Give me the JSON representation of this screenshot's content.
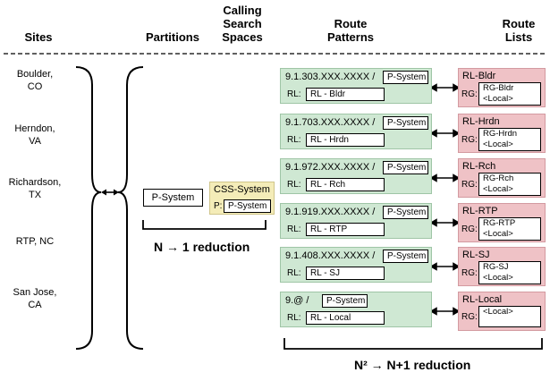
{
  "headers": {
    "sites": "Sites",
    "partitions": "Partitions",
    "css_line1": "Calling",
    "css_line2": "Search",
    "css_line3": "Spaces",
    "rp_line1": "Route",
    "rp_line2": "Patterns",
    "rl_line1": "Route",
    "rl_line2": "Lists"
  },
  "sites": [
    {
      "line1": "Boulder,",
      "line2": "CO"
    },
    {
      "line1": "Herndon,",
      "line2": "VA"
    },
    {
      "line1": "Richardson,",
      "line2": "TX"
    },
    {
      "line1": "RTP, NC",
      "line2": ""
    },
    {
      "line1": "San Jose,",
      "line2": "CA"
    }
  ],
  "partition": "P-System",
  "css": {
    "name": "CSS-System",
    "p_label": "P:",
    "p_value": "P-System"
  },
  "reduction_left": "N → 1 reduction",
  "reduction_right": "N² → N+1 reduction",
  "route_patterns": [
    {
      "pattern": "9.1.303.XXX.XXXX /",
      "partition": "P-System",
      "rl_label": "RL:",
      "rl_value": "RL - Bldr"
    },
    {
      "pattern": "9.1.703.XXX.XXXX /",
      "partition": "P-System",
      "rl_label": "RL:",
      "rl_value": "RL - Hrdn"
    },
    {
      "pattern": "9.1.972.XXX.XXXX /",
      "partition": "P-System",
      "rl_label": "RL:",
      "rl_value": "RL - Rch"
    },
    {
      "pattern": "9.1.919.XXX.XXXX /",
      "partition": "P-System",
      "rl_label": "RL:",
      "rl_value": "RL - RTP"
    },
    {
      "pattern": "9.1.408.XXX.XXXX /",
      "partition": "P-System",
      "rl_label": "RL:",
      "rl_value": "RL - SJ"
    },
    {
      "pattern": "9.@ /",
      "partition": "P-System",
      "rl_label": "RL:",
      "rl_value": "RL - Local"
    }
  ],
  "route_lists": [
    {
      "name": "RL-Bldr",
      "rg_label": "RG:",
      "rg_line1": "RG-Bldr",
      "rg_line2": "<Local>"
    },
    {
      "name": "RL-Hrdn",
      "rg_label": "RG:",
      "rg_line1": "RG-Hrdn",
      "rg_line2": "<Local>"
    },
    {
      "name": "RL-Rch",
      "rg_label": "RG:",
      "rg_line1": "RG-Rch",
      "rg_line2": "<Local>"
    },
    {
      "name": "RL-RTP",
      "rg_label": "RG:",
      "rg_line1": "RG-RTP",
      "rg_line2": "<Local>"
    },
    {
      "name": "RL-SJ",
      "rg_label": "RG:",
      "rg_line1": "RG-SJ",
      "rg_line2": "<Local>"
    },
    {
      "name": "RL-Local",
      "rg_label": "RG:",
      "rg_line1": "<Local>",
      "rg_line2": ""
    }
  ],
  "colors": {
    "pattern_fill": "#cfe8d3",
    "route_list_fill": "#efc2c6",
    "css_fill": "#f4ecb8"
  }
}
